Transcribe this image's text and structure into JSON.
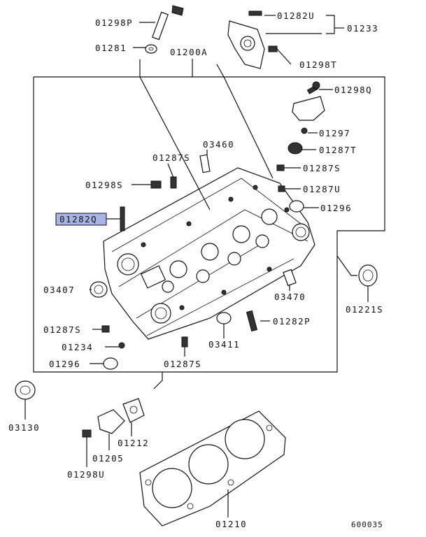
{
  "diagram": {
    "reference": "600035",
    "highlight_color": "#a8b4e6",
    "labels": {
      "p01298P": "01298P",
      "p01281": "01281",
      "p01282U": "01282U",
      "p01233": "01233",
      "p01298T": "01298T",
      "p01200A": "01200A",
      "p01298Q": "01298Q",
      "p01297": "01297",
      "p01287T": "01287T",
      "p03460": "03460",
      "p01287S_a": "01287S",
      "p01287S_b": "01287S",
      "p01287U": "01287U",
      "p01298S": "01298S",
      "p01296_a": "01296",
      "p01282Q": "01282Q",
      "p03407": "03407",
      "p03470": "03470",
      "p01221S": "01221S",
      "p01287S_c": "01287S",
      "p01282P": "01282P",
      "p01234": "01234",
      "p03411": "03411",
      "p01296_b": "01296",
      "p01287S_d": "01287S",
      "p03130": "03130",
      "p01212": "01212",
      "p01205": "01205",
      "p01298U": "01298U",
      "p01210": "01210"
    }
  }
}
